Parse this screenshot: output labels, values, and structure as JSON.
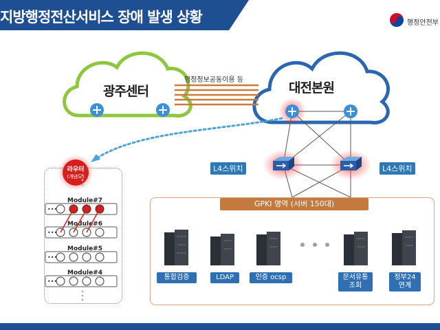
{
  "header": {
    "title": "지방행정전산서비스 장애 발생 상황",
    "ministry": "행정안전부"
  },
  "clouds": {
    "left_label": "광주센터",
    "right_label": "대전본원"
  },
  "link_label": "행정정보공동이용 등",
  "switches": {
    "left_label": "L4스위치",
    "right_label": "L4스위치"
  },
  "gpki": {
    "title": "GPKI 영역 (서버 150대)",
    "servers": [
      {
        "label": "통합검증"
      },
      {
        "label": "LDAP"
      },
      {
        "label": "인증 ocsp"
      },
      {
        "label": "문서유통\n조회"
      },
      {
        "label": "정부24\n연계"
      }
    ]
  },
  "router": {
    "title": "라우터",
    "subtitle": "(개념도)",
    "modules": [
      "Module#7",
      "Module#6",
      "Module#5",
      "Module#4"
    ]
  },
  "colors": {
    "brand_blue": "#1f4f93",
    "accent_red": "#d81d1d",
    "gpki_orange": "#c47a3e",
    "label_blue": "#2f6fb3"
  }
}
